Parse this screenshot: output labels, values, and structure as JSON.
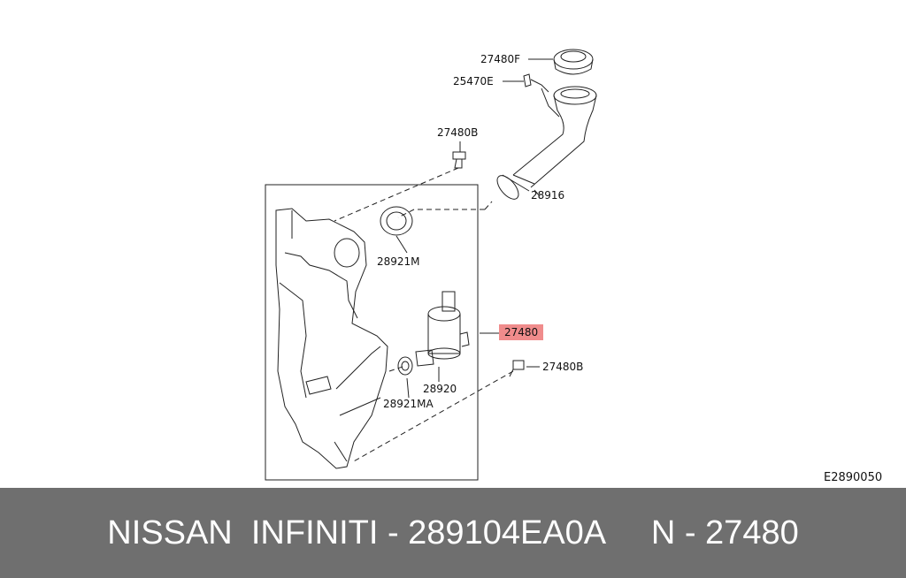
{
  "diagram": {
    "part_labels": {
      "p27480F": "27480F",
      "p25470E": "25470E",
      "p27480B_top": "27480B",
      "p28916": "28916",
      "p28921M": "28921M",
      "p27480": "27480",
      "p27480B_right": "27480B",
      "p28920": "28920",
      "p28921MA": "28921MA"
    },
    "diagram_code": "E2890050",
    "highlight_color": "#f08c8c"
  },
  "footer": {
    "title": "NISSAN  INFINITI - 289104EA0A     N - 27480"
  }
}
